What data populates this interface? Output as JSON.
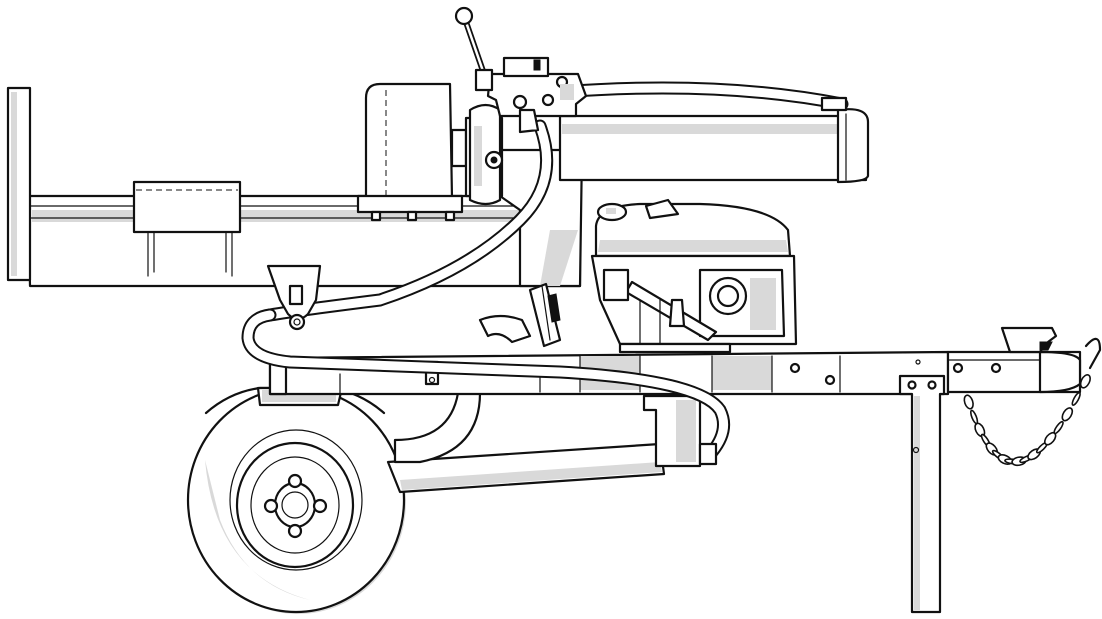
{
  "figure": {
    "subject": "log-splitter-side-view",
    "colors": {
      "line": "#111111",
      "fill": "#ffffff",
      "shade": "#d9d9d9"
    },
    "parts": [
      "splitting-beam",
      "end-plate",
      "log-cradle",
      "wedge",
      "hydraulic-cylinder",
      "control-valve",
      "control-lever",
      "hydraulic-pump",
      "gas-engine",
      "fuel-cap",
      "hydraulic-hoses",
      "hose-clamps",
      "main-frame",
      "beam-lock-latch",
      "tongue",
      "hitch-coupler",
      "safety-chain",
      "support-stand",
      "axle-arm",
      "fender",
      "wheel",
      "hub"
    ]
  }
}
